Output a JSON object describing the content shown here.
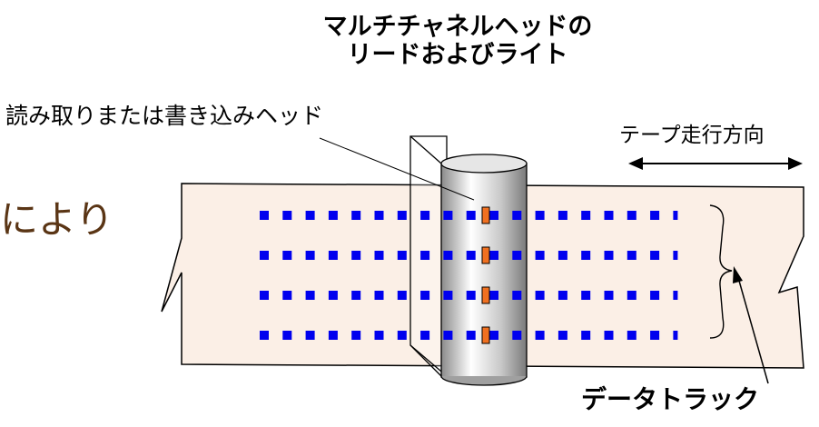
{
  "labels": {
    "title_line1": "マルチチャネルヘッドの",
    "title_line2": "リードおよびライト",
    "head_label": "読み取りまたは書き込みヘッド",
    "direction_label": "テープ走行方向",
    "track_label": "データトラック",
    "partial_text": "により"
  },
  "tracks": {
    "count": 4,
    "blocks_per_track": 19
  },
  "colors": {
    "tape": "#FBEFE6",
    "track_block": "#0000EE",
    "head_element": "#F07020",
    "head_cylinder": "#BBBBBB",
    "partial_text": "#5A3515"
  }
}
